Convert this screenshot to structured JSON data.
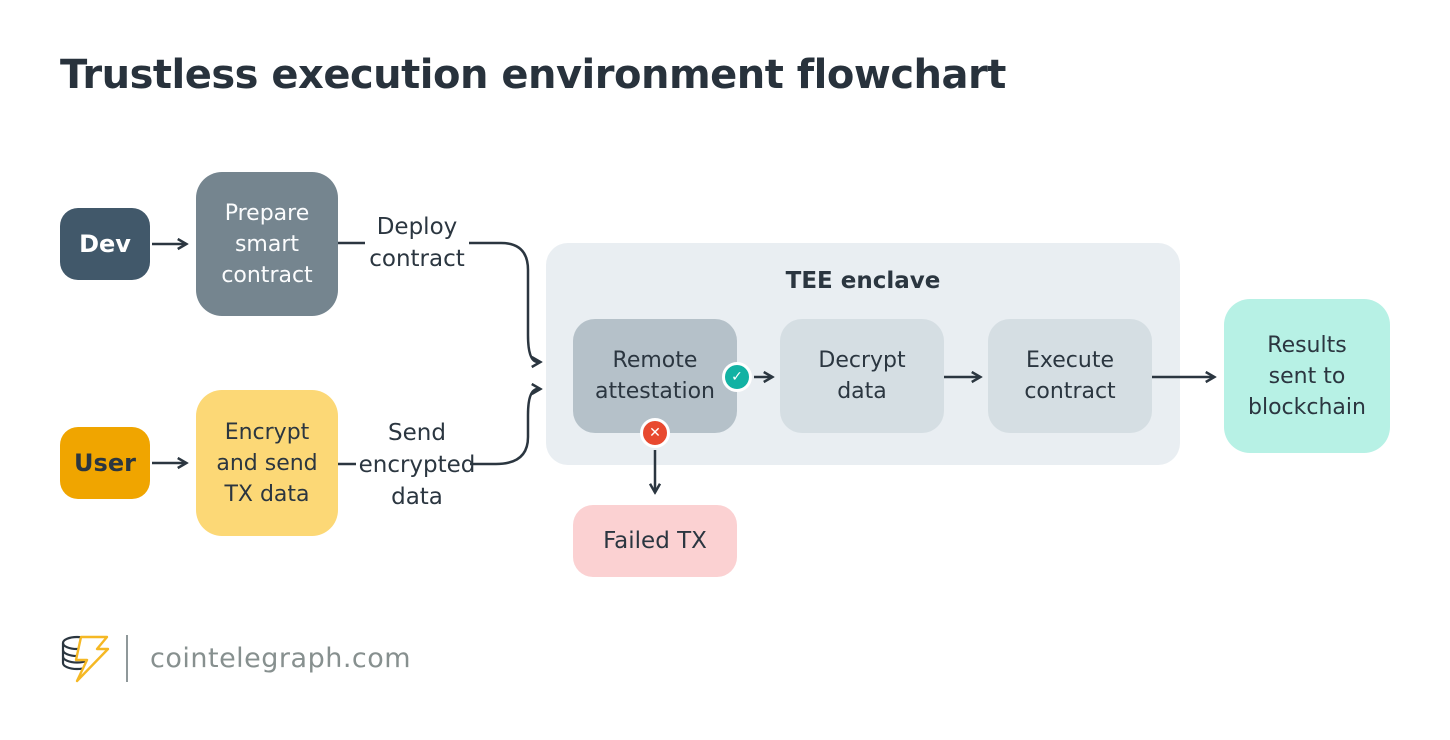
{
  "title": "Trustless execution environment flowchart",
  "flow": {
    "dev": "Dev",
    "prepare": "Prepare\nsmart\ncontract",
    "deploy_edge": "Deploy\ncontract",
    "user": "User",
    "encrypt": "Encrypt\nand send\nTX data",
    "send_edge": "Send\nencrypted\ndata",
    "tee_title": "TEE enclave",
    "remote": "Remote\nattestation",
    "decrypt": "Decrypt\ndata",
    "execute": "Execute\ncontract",
    "results": "Results\nsent to\nblockchain",
    "failed": "Failed TX"
  },
  "badges": {
    "success": "✓",
    "failure": "✕"
  },
  "footer": {
    "site": "cointelegraph.com"
  },
  "colors": {
    "text_dark": "#2b3640",
    "dev_box": "#41586a",
    "prepare_box": "#75858f",
    "user_box": "#f0a500",
    "encrypt_box": "#fcd876",
    "enclave_bg": "#e9eef2",
    "remote_box": "#b5c1c9",
    "step_box": "#d5dee3",
    "results_box": "#b7f1e5",
    "failed_box": "#fbd1d2",
    "success_badge": "#12b2a3",
    "failure_badge": "#e8492f",
    "brand_yellow": "#f5b824"
  }
}
